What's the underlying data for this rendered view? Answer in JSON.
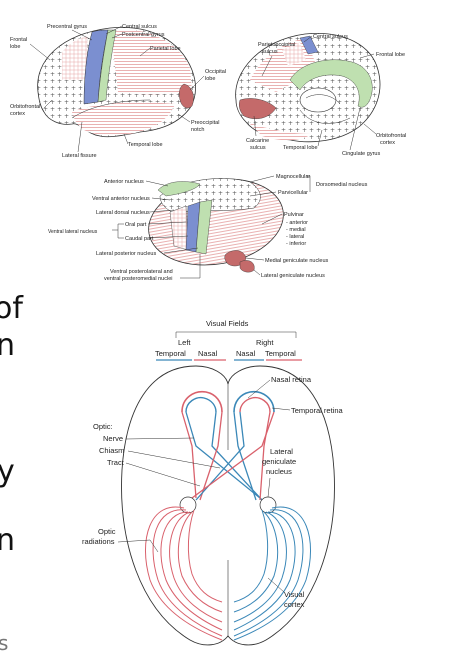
{
  "lateral_brain": {
    "labels": {
      "precentral_gyrus": "Precentral gyrus",
      "central_sulcus": "Central sulcus",
      "postcentral_gyrus": "Postcentral gyrus",
      "frontal_lobe": "Frontal\nlobe",
      "parietal_lobe": "Parietal lobe",
      "occipital_lobe": "Occipital\nlobe",
      "orbitofrontal_cortex": "Orbitofrontal\ncortex",
      "preoccipital_notch": "Preoccipital\nnotch",
      "temporal_lobe": "Temporal lobe",
      "lateral_fissure": "Lateral fissure"
    }
  },
  "medial_brain": {
    "labels": {
      "central_sulcus": "Central sulcus",
      "parietooccipital_sulcus": "Parietooccipital\nsulcus",
      "frontal_lobe": "Frontal lobe",
      "calcarine_sulcus": "Calcarine\nsulcus",
      "temporal_lobe": "Temporal lobe",
      "orbitofrontal_cortex": "Orbitofrontal\ncortex",
      "cingulate_gyrus": "Cingulate gyrus"
    }
  },
  "thalamus": {
    "labels": {
      "anterior_nucleus": "Anterior nucleus",
      "ventral_anterior_nucleus": "Ventral anterior nucleus",
      "lateral_dorsal_nucleus": "Lateral dorsal nucleus",
      "oral_part": "Oral part",
      "ventral_lateral_nucleus": "Ventral lateral nucleus",
      "caudal_part": "Caudal part",
      "lateral_posterior_nucleus": "Lateral posterior nucleus",
      "vpl_vpm": "Ventral posterolateral and\nventral posteromedial nuclei",
      "magnocellular": "Magnocellular",
      "parvicellular": "Parvicellular",
      "dorsomedial_nucleus": "Dorsomedial nucleus",
      "pulvinar": "Pulvinar\n- anterior\n- medial\n- lateral\n- inferior",
      "medial_geniculate_nucleus": "Medial geniculate nucleus",
      "lateral_geniculate_nucleus": "Lateral geniculate nucleus"
    }
  },
  "visual_pathway": {
    "labels": {
      "visual_fields": "Visual Fields",
      "left": "Left",
      "right": "Right",
      "left_temporal": "Temporal",
      "left_nasal": "Nasal",
      "right_nasal": "Nasal",
      "right_temporal": "Temporal",
      "nasal_retina": "Nasal retina",
      "temporal_retina": "Temporal retina",
      "optic": "Optic:",
      "nerve": "Nerve",
      "chiasm": "Chiasm",
      "tract": "Tract",
      "lateral_geniculate_nucleus": "Lateral\ngeniculate\nnucleus",
      "optic_radiations": "Optic\nradiations",
      "visual_cortex": "Visual\ncortex"
    },
    "colors": {
      "blue": "#3b88b8",
      "red": "#d9616c"
    }
  },
  "slide_fragments": {
    "line1": "of",
    "line2": "n",
    "line3": "y",
    "line4": "n",
    "line5": "s"
  },
  "colors": {
    "motor_blue": "#7b8fd0",
    "sensory_green": "#bfe0b0",
    "visual_red": "#c46a6a",
    "hatch_red": "#e8a9a9"
  }
}
